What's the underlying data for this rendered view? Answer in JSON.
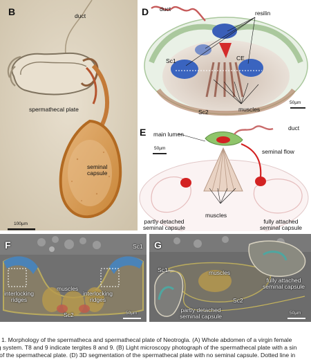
{
  "panels": {
    "B": {
      "letter": "B",
      "labels": {
        "duct": "duct",
        "spermathecal_plate": "spermathecal plate",
        "seminal_capsule_1": "seminal",
        "seminal_capsule_2": "capsule"
      },
      "scale": "100µm"
    },
    "D": {
      "letter": "D",
      "labels": {
        "duct": "duct",
        "resilin": "resilin",
        "sc1": "Sc1",
        "ce": "CE",
        "sc2": "Sc2",
        "muscles": "muscles"
      },
      "scale": "50µm"
    },
    "E": {
      "letter": "E",
      "labels": {
        "main_lumen": "main lumen",
        "duct": "duct",
        "seminal_flow": "seminal flow",
        "muscles": "muscles",
        "partly_1": "partly detached",
        "partly_2": "seminal capsule",
        "fully_1": "fully attached",
        "fully_2": "seminal capsule"
      },
      "scale": "50µm"
    },
    "F": {
      "letter": "F",
      "labels": {
        "sc1": "Sc1",
        "muscles": "muscles",
        "interlocking_left_1": "interlocking",
        "interlocking_left_2": "ridges",
        "interlocking_right_1": "interlocking",
        "interlocking_right_2": "ridges",
        "sc2": "Sc2"
      },
      "scale": "50µm"
    },
    "G": {
      "letter": "G",
      "labels": {
        "sc1": "Sc1",
        "muscles": "muscles",
        "fully_1": "fully attached",
        "fully_2": "seminal capsule",
        "sc2": "Sc2",
        "partly_1": "partly detached",
        "partly_2": "seminal capsule"
      },
      "scale": "50µm"
    }
  },
  "caption": {
    "line1": "re 1. Morphology of the spermatheca and spermathecal plate of Neotrogla. (A) Whole abdomen of a virgin female",
    "line2": "ng system. T8 and 9 indicate tergites 8 and 9. (B) Light microscopy photograph of the spermathecal plate with a sin",
    "line3": "e of the spermathecal plate. (D) 3D segmentation of the spermathecal plate with no seminal capsule. Dotted line in"
  }
}
